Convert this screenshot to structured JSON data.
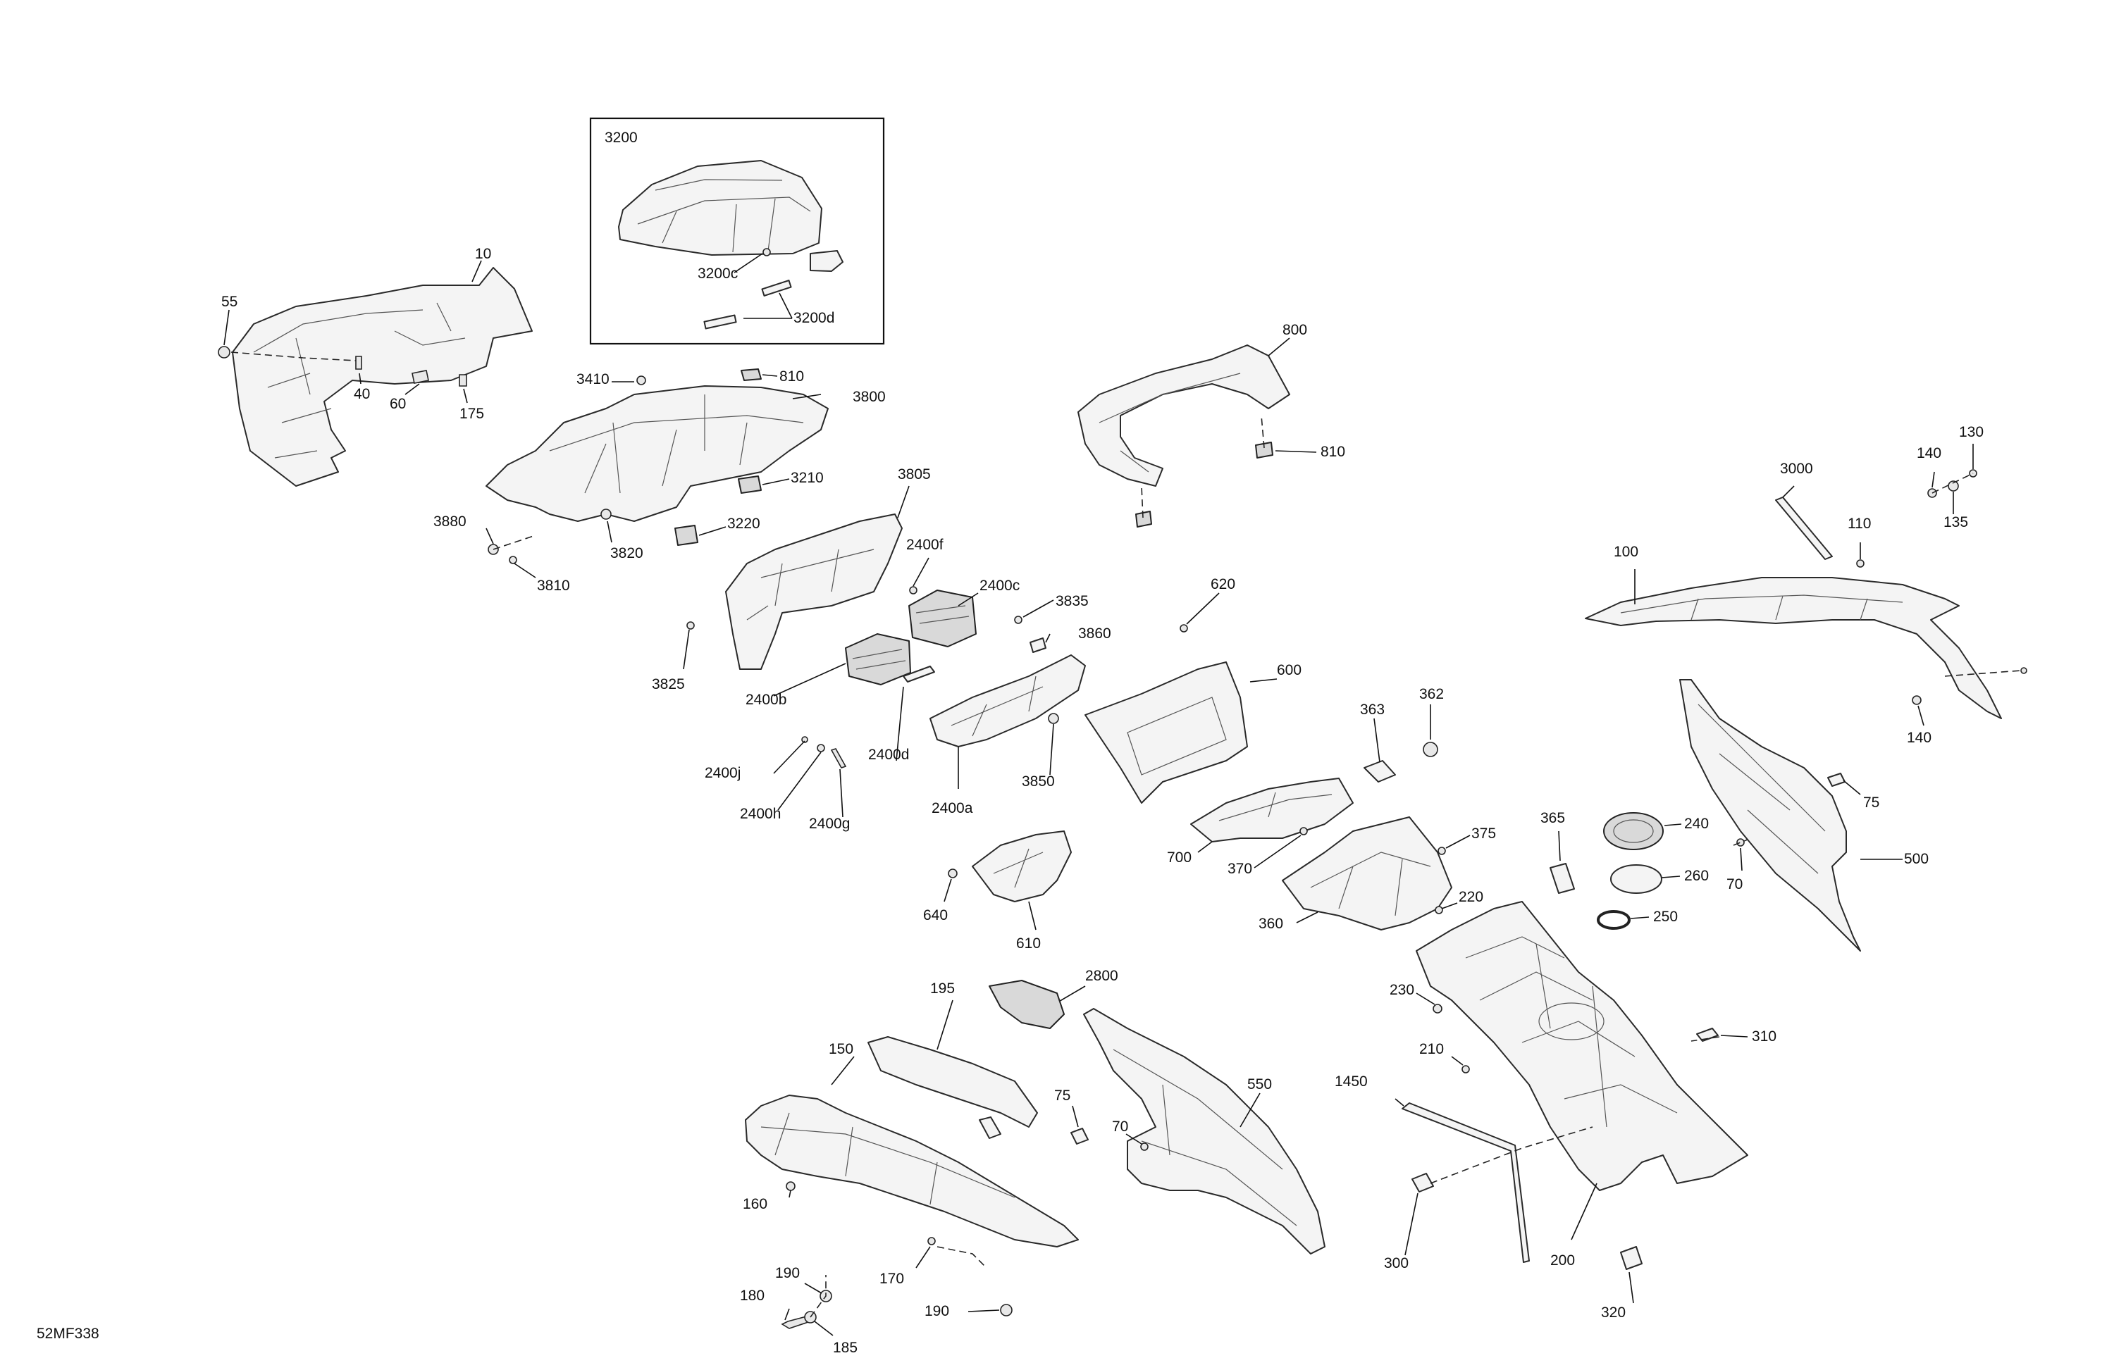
{
  "diagram": {
    "drawing_number": "52MF338",
    "inset_label": "3200",
    "labels": {
      "l10": "10",
      "l55": "55",
      "l40": "40",
      "l60": "60",
      "l175": "175",
      "l3200": "3200",
      "l3200c": "3200c",
      "l3200d": "3200d",
      "l3410": "3410",
      "l810a": "810",
      "l3800": "3800",
      "l3210": "3210",
      "l3880": "3880",
      "l3820": "3820",
      "l3220": "3220",
      "l3810": "3810",
      "l3805": "3805",
      "l2400f": "2400f",
      "l2400c": "2400c",
      "l3835": "3835",
      "l3860": "3860",
      "l3825": "3825",
      "l2400b": "2400b",
      "l2400d": "2400d",
      "l2400j": "2400j",
      "l2400h": "2400h",
      "l2400g": "2400g",
      "l2400a": "2400a",
      "l3850": "3850",
      "l800": "800",
      "l810b": "810",
      "l620": "620",
      "l600": "600",
      "l640": "640",
      "l610": "610",
      "l700": "700",
      "l370": "370",
      "l363": "363",
      "l362": "362",
      "l375": "375",
      "l360": "360",
      "l365": "365",
      "l240": "240",
      "l260": "260",
      "l250": "250",
      "l220": "220",
      "l230": "230",
      "l210": "210",
      "l3000": "3000",
      "l140a": "140",
      "l130": "130",
      "l135": "135",
      "l110": "110",
      "l100": "100",
      "l140b": "140",
      "l75a": "75",
      "l70a": "70",
      "l500": "500",
      "l310": "310",
      "l195": "195",
      "l2800": "2800",
      "l150": "150",
      "l160": "160",
      "l75b": "75",
      "l70b": "70",
      "l550": "550",
      "l1450": "1450",
      "l300": "300",
      "l200": "200",
      "l320": "320",
      "l170": "170",
      "l190a": "190",
      "l180": "180",
      "l185": "185",
      "l190b": "190"
    }
  }
}
